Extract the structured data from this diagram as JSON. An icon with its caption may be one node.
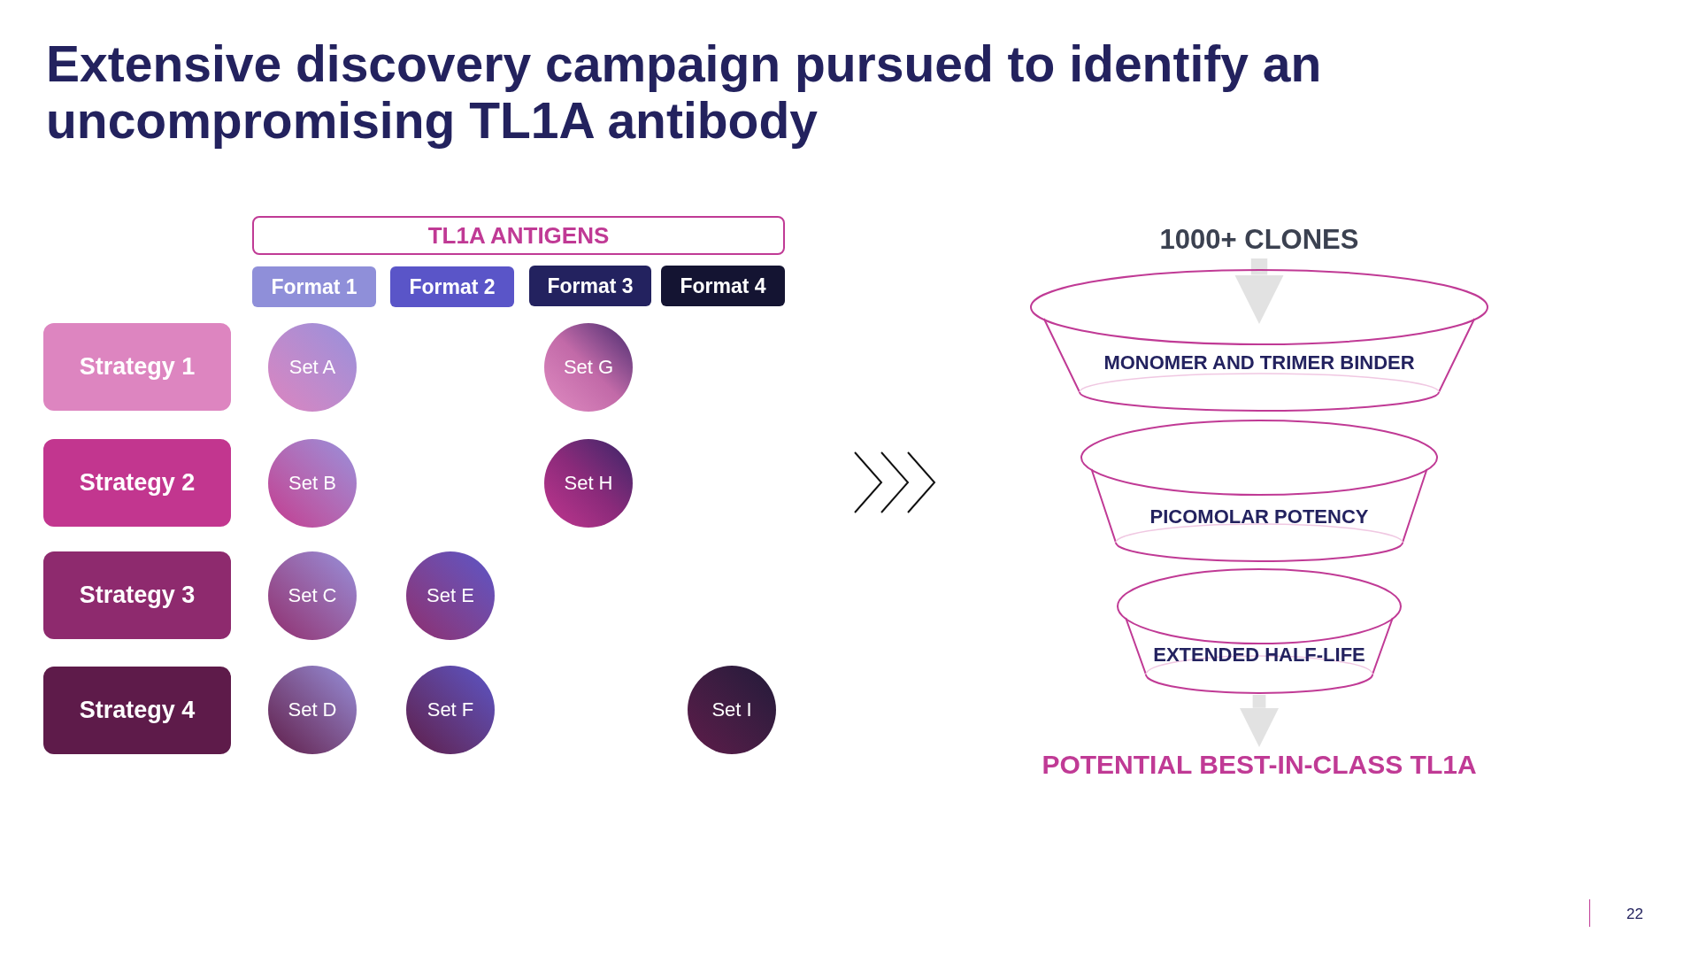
{
  "diagram": {
    "title": "Extensive discovery campaign pursued to identify an uncompromising TL1A antibody",
    "nodes": [
      {
        "text": [
          "TL1A ANTIGENS"
        ]
      },
      {
        "text": [
          "Format 1"
        ]
      },
      {
        "text": [
          "Format 2"
        ]
      },
      {
        "text": [
          "Format 3"
        ]
      },
      {
        "text": [
          "Format 4"
        ]
      },
      {
        "text": [
          "Strategy 1"
        ]
      },
      {
        "text": [
          "Strategy 2"
        ]
      },
      {
        "text": [
          "Strategy 3"
        ]
      },
      {
        "text": [
          "Strategy 4"
        ]
      },
      {
        "text": [
          "Set A"
        ]
      },
      {
        "text": [
          "Set G"
        ]
      },
      {
        "text": [
          "Set B"
        ]
      },
      {
        "text": [
          "Set H"
        ]
      },
      {
        "text": [
          "Set C"
        ]
      },
      {
        "text": [
          "Set E"
        ]
      },
      {
        "text": [
          "Set D"
        ]
      },
      {
        "text": [
          "Set F"
        ]
      },
      {
        "text": [
          "Set I"
        ]
      },
      {
        "text": [
          "1000+ CLONES"
        ]
      },
      {
        "text": [
          "MONOMER AND TRIMER BINDER"
        ]
      },
      {
        "text": [
          "PICOMOLAR POTENCY"
        ]
      },
      {
        "text": [
          "EXTENDED HALF-LIFE"
        ]
      },
      {
        "text": [
          "POTENTIAL BEST-IN-CLASS TL1A"
        ]
      }
    ],
    "edges": [
      {
        "from": 18,
        "to": 19,
        "arrow": "to"
      },
      {
        "from": 21,
        "to": 22,
        "arrow": "to"
      }
    ],
    "labels": [
      "22"
    ]
  }
}
